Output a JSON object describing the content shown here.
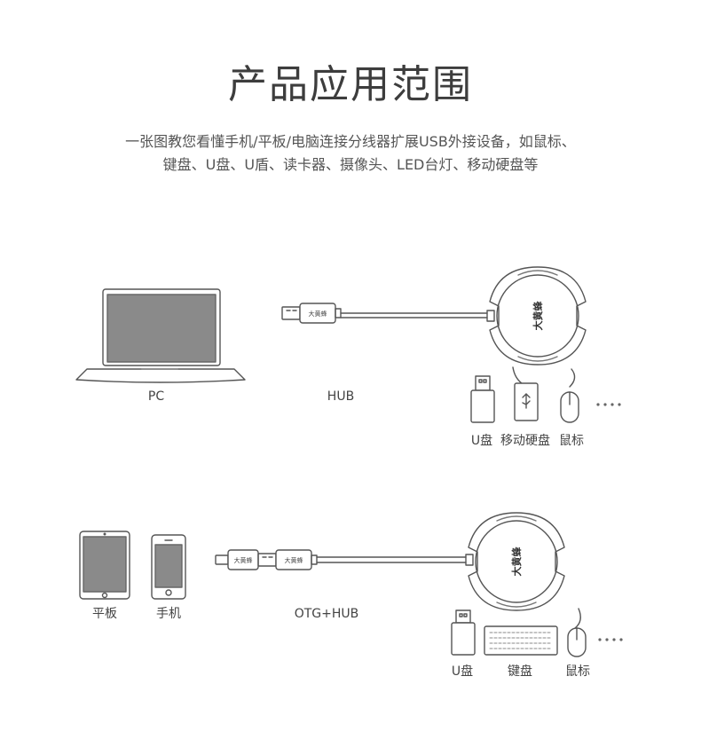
{
  "title": "产品应用范围",
  "description": {
    "line1": "一张图教您看懂手机/平板/电脑连接分线器扩展USB外接设备，如鼠标、",
    "line2": "键盘、U盘、U盾、读卡器、摄像头、LED台灯、移动硬盘等"
  },
  "brand_mark": "大黄蜂",
  "section1": {
    "pc_label": "PC",
    "hub_label": "HUB",
    "devices": [
      "U盘",
      "移动硬盘",
      "鼠标"
    ]
  },
  "section2": {
    "tablet_label": "平板",
    "phone_label": "手机",
    "otg_label": "OTG+HUB",
    "devices": [
      "U盘",
      "键盘",
      "鼠标"
    ]
  }
}
